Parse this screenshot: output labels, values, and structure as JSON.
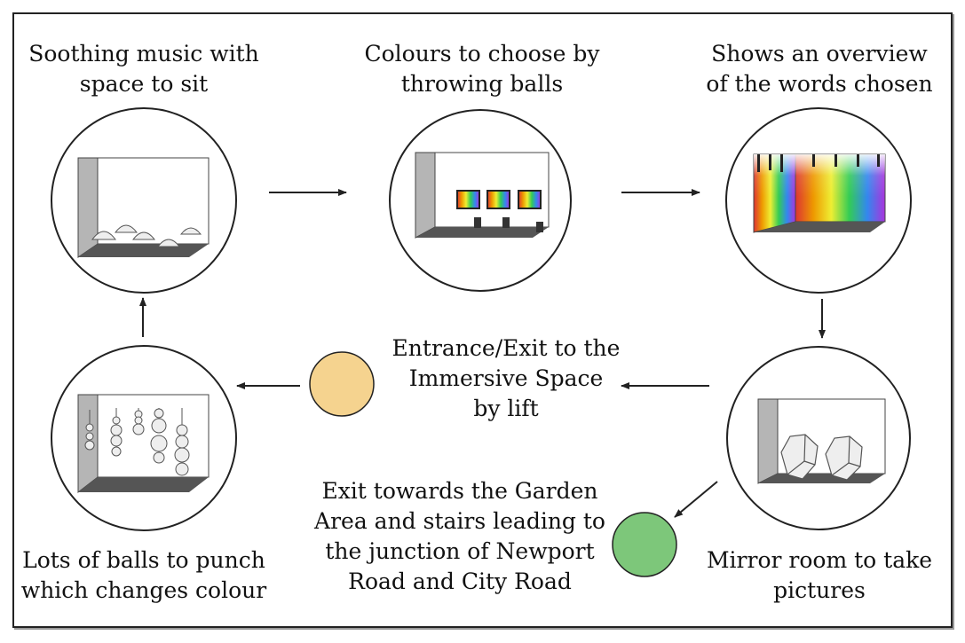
{
  "stages": {
    "music": {
      "line1": "Soothing music with",
      "line2": "space to sit"
    },
    "colours": {
      "line1": "Colours to choose by",
      "line2": "throwing balls"
    },
    "overview": {
      "line1": "Shows an overview",
      "line2": "of the words chosen"
    },
    "mirror": {
      "line1": "Mirror room to take",
      "line2": "pictures"
    },
    "balls": {
      "line1": "Lots of balls to punch",
      "line2": "which changes colour"
    }
  },
  "entrance": {
    "line1": "Entrance/Exit to the",
    "line2": "Immersive Space",
    "line3": "by lift",
    "color": "#f5d38f"
  },
  "exit": {
    "line1": "Exit towards the Garden",
    "line2": "Area and stairs leading to",
    "line3": "the junction of Newport",
    "line4": "Road and City Road",
    "color": "#7dc77a"
  }
}
